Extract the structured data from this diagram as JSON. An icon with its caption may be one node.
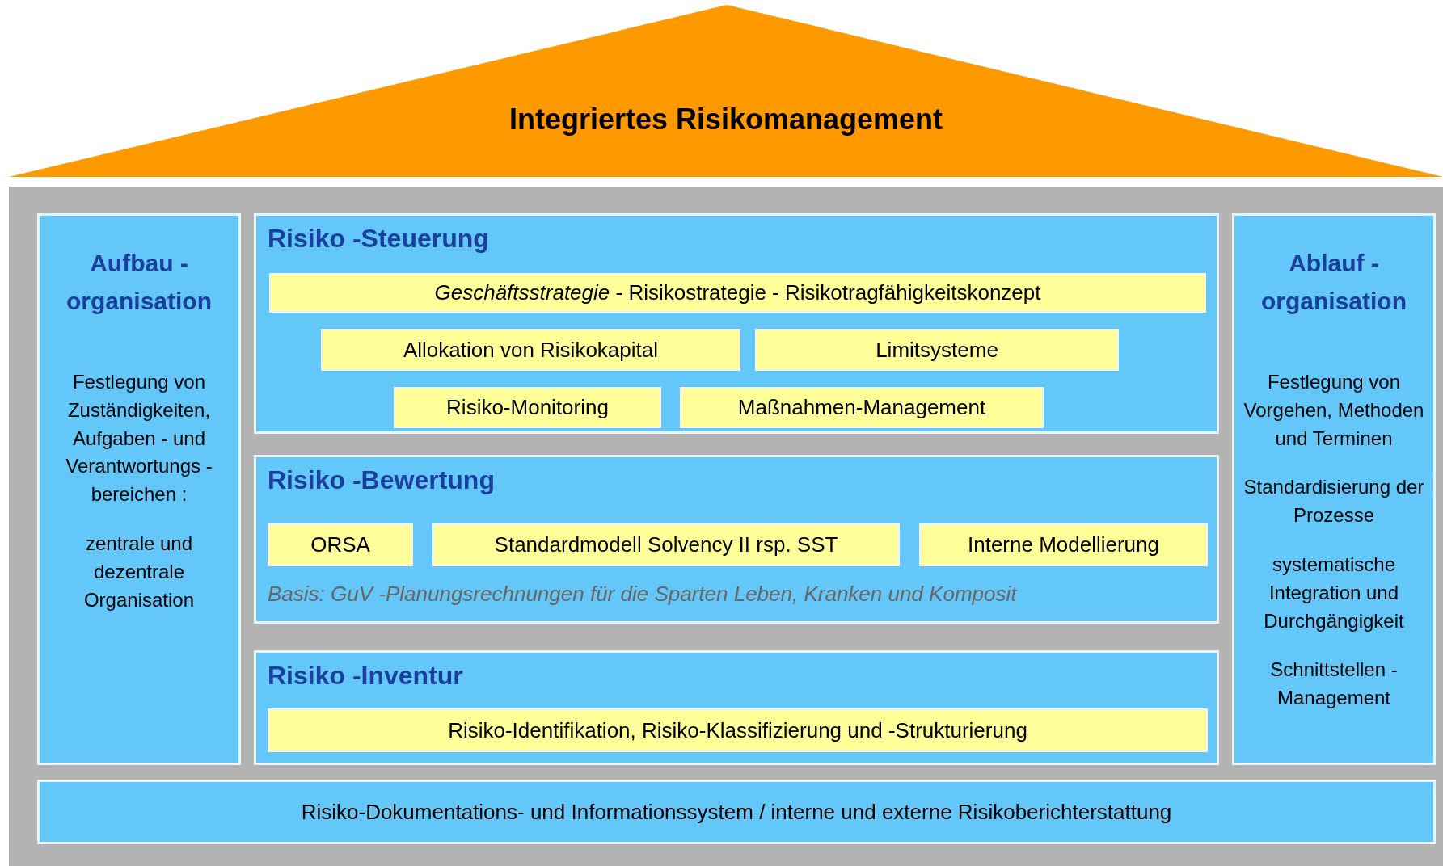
{
  "diagram": {
    "nodes": [
      {
        "text": [
          "Integriertes Risikomanagement"
        ]
      },
      {
        "text": [],
        "shape": "box"
      },
      {
        "text": [
          "Aufbau - organisation",
          "Festlegung von Zuständigkeiten, Aufgaben - und Verantwortungs - bereichen :",
          "zentrale und dezentrale Organisation"
        ],
        "in": 1
      },
      {
        "text": [
          "Risiko -Steuerung"
        ],
        "in": 1
      },
      {
        "text": [
          "*Geschäftsstrategie* - Risikostrategie - Risikotragfähigkeitskonzept"
        ],
        "in": 3
      },
      {
        "text": [
          "Allokation von Risikokapital"
        ],
        "in": 3
      },
      {
        "text": [
          "Limitsysteme"
        ],
        "in": 3
      },
      {
        "text": [
          "Risiko-Monitoring"
        ],
        "in": 3
      },
      {
        "text": [
          "Maßnahmen-Management"
        ],
        "in": 3
      },
      {
        "text": [
          "Risiko -Bewertung",
          "Basis: GuV -Planungsrechnungen für die Sparten Leben, Kranken und Komposit"
        ],
        "in": 1
      },
      {
        "text": [
          "ORSA"
        ],
        "in": 9
      },
      {
        "text": [
          "Standardmodell Solvency II rsp. SST"
        ],
        "in": 9
      },
      {
        "text": [
          "Interne Modellierung"
        ],
        "in": 9
      },
      {
        "text": [
          "Risiko -Inventur"
        ],
        "in": 1
      },
      {
        "text": [
          "Risiko-Identifikation, Risiko-Klassifizierung und -Strukturierung"
        ],
        "in": 13
      },
      {
        "text": [
          "Ablauf - organisation",
          "Festlegung von Vorgehen, Methoden und Terminen",
          "Standardisierung der Prozesse",
          "systematische Integration und Durchgängigkeit",
          "Schnittstellen - Management"
        ],
        "in": 1
      },
      {
        "text": [
          "Risiko-Dokumentations- und Informationssystem / interne und externe Risikoberichterstattung"
        ],
        "in": 1
      }
    ],
    "edges": []
  }
}
